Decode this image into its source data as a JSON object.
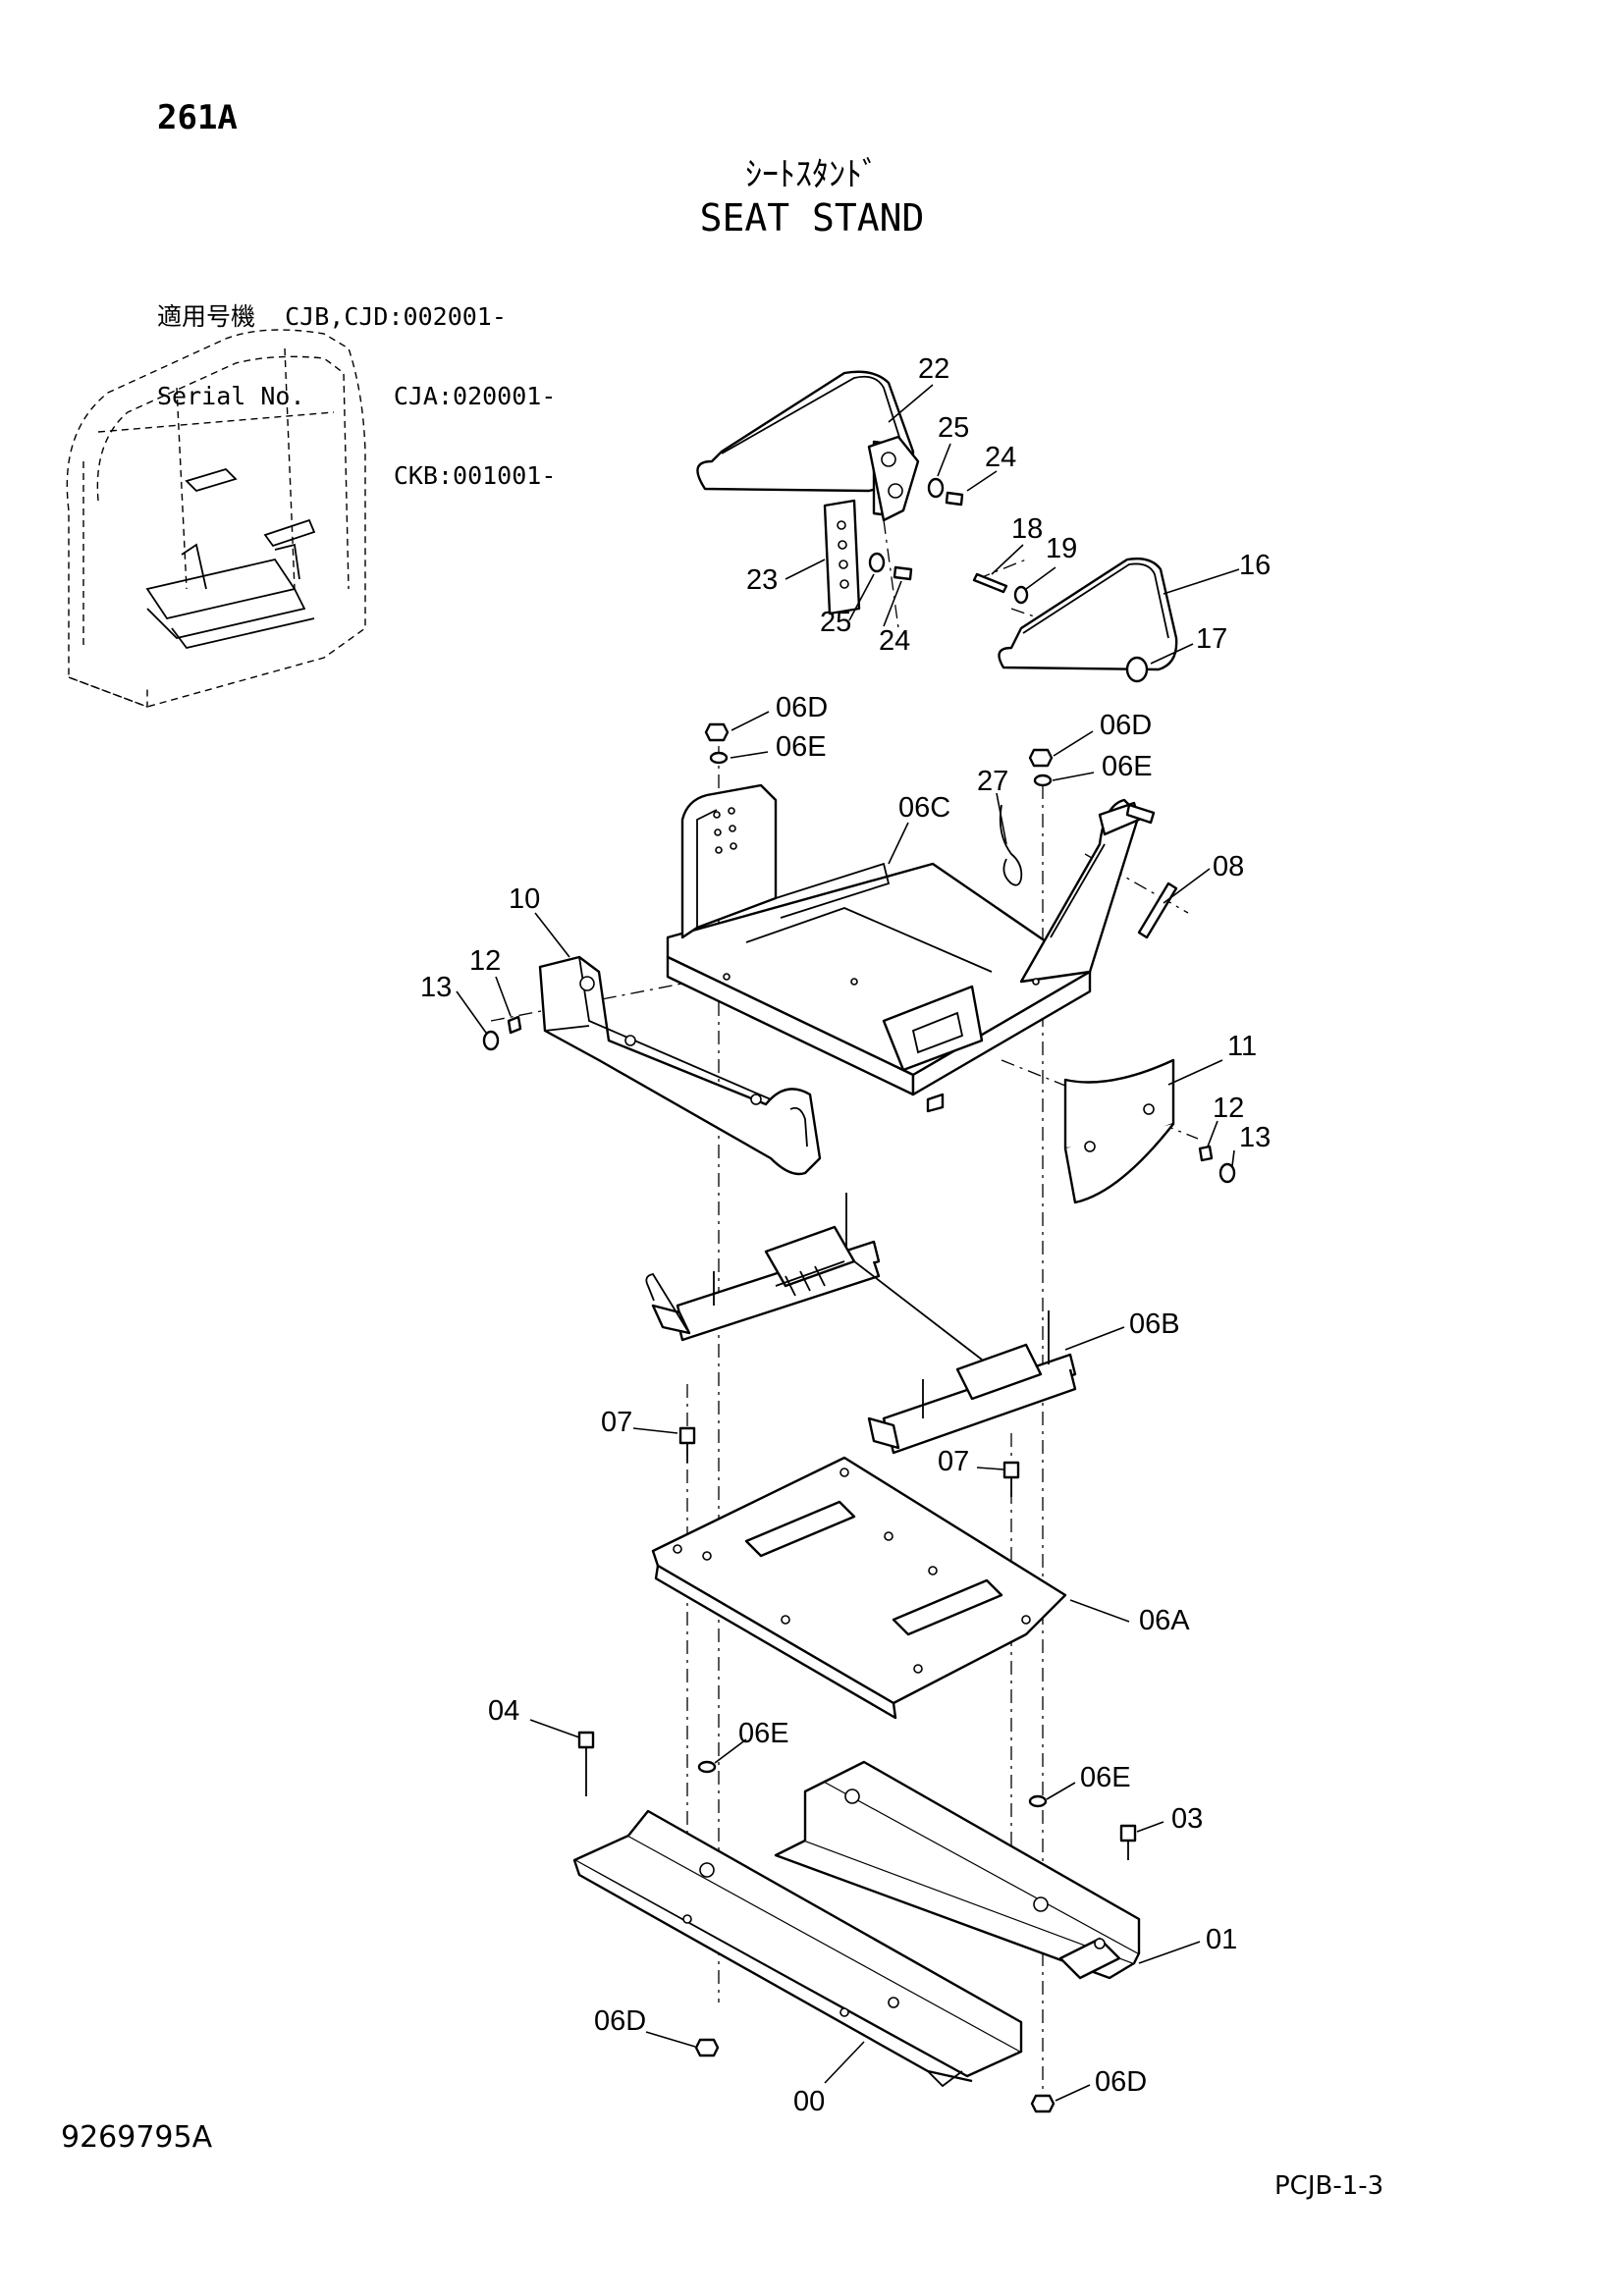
{
  "header": {
    "page_code": "261A",
    "title_jp": "ｼｰﾄｽﾀﾝﾄﾞ",
    "title_en": "SEAT STAND"
  },
  "serial": {
    "label_jp": "適用号機",
    "label_en": "Serial No.",
    "values": [
      "CJB,CJD:002001-",
      "CJA:020001-",
      "CKB:001001-"
    ]
  },
  "parts": [
    "22",
    "25",
    "24",
    "18",
    "19",
    "16",
    "23",
    "25",
    "24",
    "17",
    "06D",
    "06E",
    "06D",
    "06E",
    "27",
    "06C",
    "10",
    "08",
    "12",
    "13",
    "11",
    "12",
    "13",
    "06B",
    "07",
    "07",
    "06A",
    "04",
    "06E",
    "06E",
    "03",
    "01",
    "06D",
    "00",
    "06D"
  ],
  "footer": {
    "drawing_no": "9269795A",
    "sheet_no": "PCJB-1-3"
  }
}
